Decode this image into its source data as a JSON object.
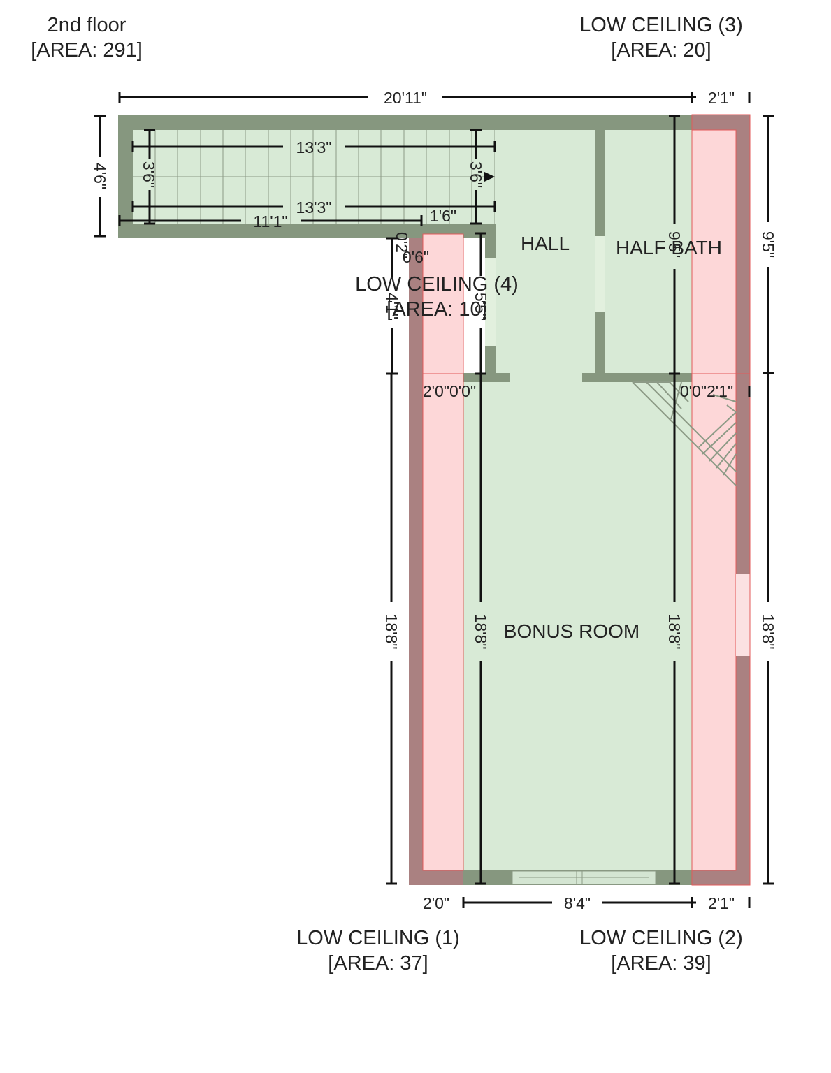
{
  "floor": {
    "name": "2nd floor",
    "area": "[AREA: 291]"
  },
  "zones": {
    "low3": {
      "name": "LOW CEILING (3)",
      "area": "[AREA: 20]"
    },
    "low4": {
      "name": "LOW CEILING (4)",
      "area": "[AREA: 10]"
    },
    "low1": {
      "name": "LOW CEILING (1)",
      "area": "[AREA: 37]"
    },
    "low2": {
      "name": "LOW CEILING (2)",
      "area": "[AREA: 39]"
    }
  },
  "rooms": {
    "hall": "HALL",
    "half_bath": "HALF BATH",
    "bonus_room": "BONUS ROOM"
  },
  "dims": {
    "top_total": "20'11\"",
    "top_right": "2'1\"",
    "left_stair_height": "4'6\"",
    "stair_top_run": "13'3\"",
    "stair_bottom_run": "13'3\"",
    "stair_width_left": "3'6\"",
    "stair_width_right": "3'6\"",
    "bottom_wall_run": "11'1\"",
    "bottom_wall_small": "1'6\"",
    "step_small_a": "0'2\"",
    "step_small_b": "0'6\"",
    "low4_height": "4'1\"",
    "hall_small": "5'5\"",
    "bath_height": "9'5\"",
    "right_upper": "9'5\"",
    "mid_left": "2'0\"0'0\"",
    "mid_right": "0'0\"2'1\"",
    "bonus_left_outer": "18'8\"",
    "bonus_left_inner": "18'8\"",
    "bonus_right_inner": "18'8\"",
    "right_lower": "18'8\"",
    "bottom_left": "2'0\"",
    "bottom_mid": "8'4\"",
    "bottom_right": "2'1\""
  },
  "colors": {
    "floor": "#d8ead6",
    "wall": "#86977f",
    "low_ceiling": "#fdd7d8",
    "low_ceiling_wall": "#aa8181",
    "dimension_line": "#111111"
  }
}
